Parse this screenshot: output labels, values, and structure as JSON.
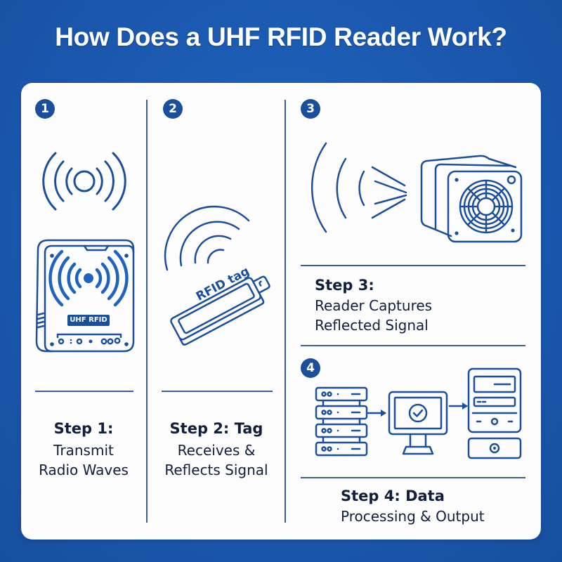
{
  "header": {
    "title": "How Does a UHF RFID Reader Work?"
  },
  "colors": {
    "background": "#1a57ad",
    "accent": "#1b4f9c",
    "text": "#0f1f3d",
    "card": "#fdfdfe"
  },
  "steps": [
    {
      "number": "1",
      "title": "Step 1:",
      "desc_lines": [
        "Transmit",
        "Radio Waves"
      ],
      "icons": [
        "radio-waves-icon",
        "rfid-reader-device-icon"
      ],
      "device_label": "UHF RFID"
    },
    {
      "number": "2",
      "title": "Step 2: Tag",
      "desc_lines": [
        "Receives &",
        "Reflects Signal"
      ],
      "icons": [
        "rfid-tag-icon",
        "signal-arcs-icon"
      ],
      "tag_label": "RFID tag"
    },
    {
      "number": "3",
      "title": "Step 3:",
      "desc_lines": [
        "Reader Captures",
        "Reflected Signal"
      ],
      "icons": [
        "reflected-waves-icon",
        "reader-antenna-icon"
      ]
    },
    {
      "number": "4",
      "title": "Step 4: Data",
      "desc_lines": [
        "Processing & Output"
      ],
      "icons": [
        "server-rack-icon",
        "monitor-check-icon",
        "computer-tower-icon"
      ]
    }
  ]
}
